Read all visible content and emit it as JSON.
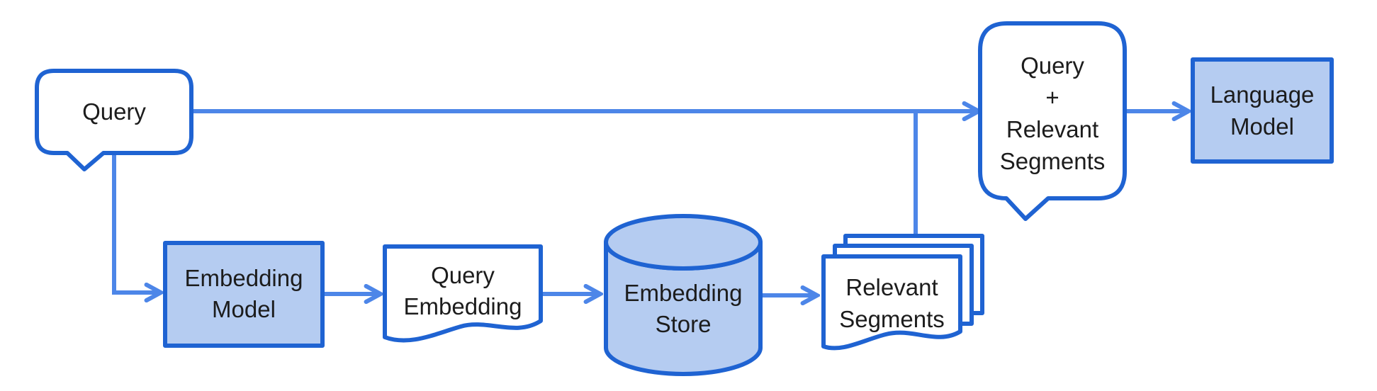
{
  "diagram_type": "flowchart",
  "colors": {
    "node_border": "#1f63d2",
    "node_fill": "#b5ccf1",
    "connector": "#4d86e8",
    "ink": "#1c1c1c",
    "bg": "#ffffff"
  },
  "nodes": {
    "query": {
      "label": "Query",
      "shape": "speech-bubble",
      "fill": "white"
    },
    "embedding_model": {
      "label": "Embedding\nModel",
      "shape": "rectangle",
      "fill": "blue"
    },
    "query_embedding": {
      "label": "Query\nEmbedding",
      "shape": "document",
      "fill": "white"
    },
    "embedding_store": {
      "label": "Embedding\nStore",
      "shape": "cylinder",
      "fill": "blue"
    },
    "relevant_segments": {
      "label": "Relevant\nSegments",
      "shape": "multi-document",
      "fill": "white"
    },
    "query_plus_relevant_segments": {
      "label": "Query\n+\nRelevant\nSegments",
      "shape": "speech-bubble",
      "fill": "white"
    },
    "language_model": {
      "label": "Language\nModel",
      "shape": "rectangle",
      "fill": "blue"
    }
  },
  "edges": [
    {
      "from": "query",
      "to": "query_plus_relevant_segments",
      "style": "arrow"
    },
    {
      "from": "query",
      "to": "embedding_model",
      "style": "arrow"
    },
    {
      "from": "embedding_model",
      "to": "query_embedding",
      "style": "arrow"
    },
    {
      "from": "query_embedding",
      "to": "embedding_store",
      "style": "arrow"
    },
    {
      "from": "embedding_store",
      "to": "relevant_segments",
      "style": "arrow"
    },
    {
      "from": "relevant_segments",
      "to": "query_plus_relevant_segments",
      "style": "line-merge"
    },
    {
      "from": "query_plus_relevant_segments",
      "to": "language_model",
      "style": "arrow"
    }
  ]
}
